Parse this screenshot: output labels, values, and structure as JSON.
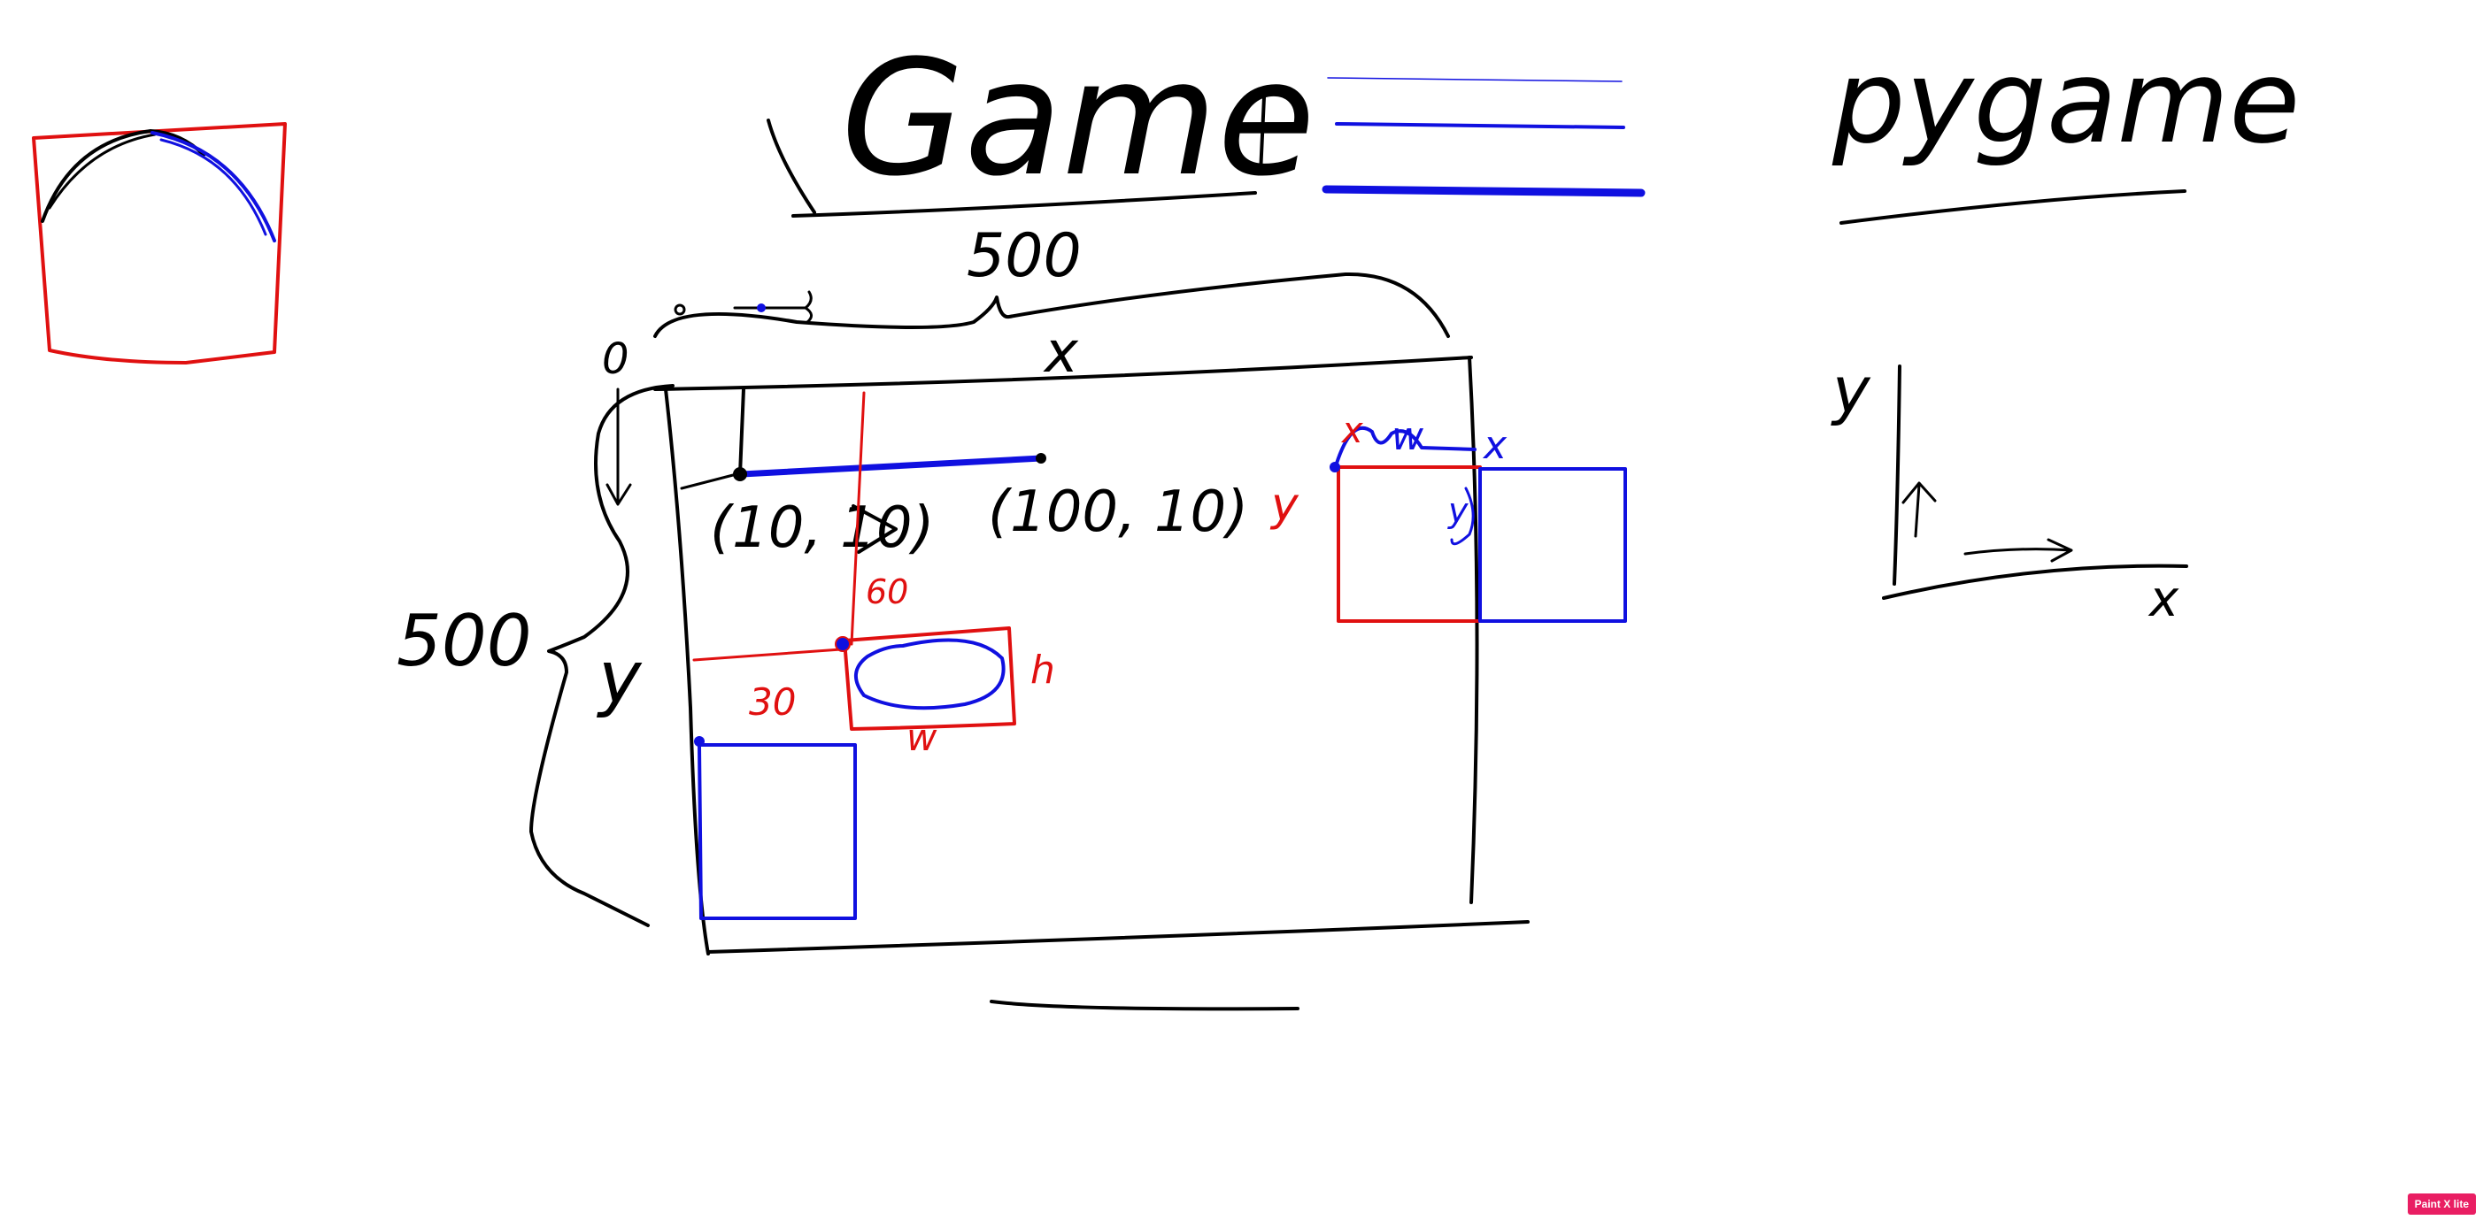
{
  "labels": {
    "title": "Game",
    "pygame": "pygame",
    "width_500": "500",
    "height_500": "500",
    "axis_x_top": "x",
    "axis_y_left": "y",
    "origin_zero": "0",
    "point_start": "(10, 10)",
    "point_end": "(100, 10)",
    "dim_60": "60",
    "dim_30": "30",
    "dim_h": "h",
    "dim_w": "w",
    "rect_red_x": "x",
    "rect_red_y": "y",
    "rect_red_w": "w",
    "rect_blue_x": "x",
    "rect_blue_y": "y",
    "axes_y": "y",
    "axes_x": "x"
  },
  "colors": {
    "ink": "#000000",
    "blue": "#1010e0",
    "red": "#e01010",
    "badge": "#e91e63"
  },
  "app_badge": "Paint X lite"
}
